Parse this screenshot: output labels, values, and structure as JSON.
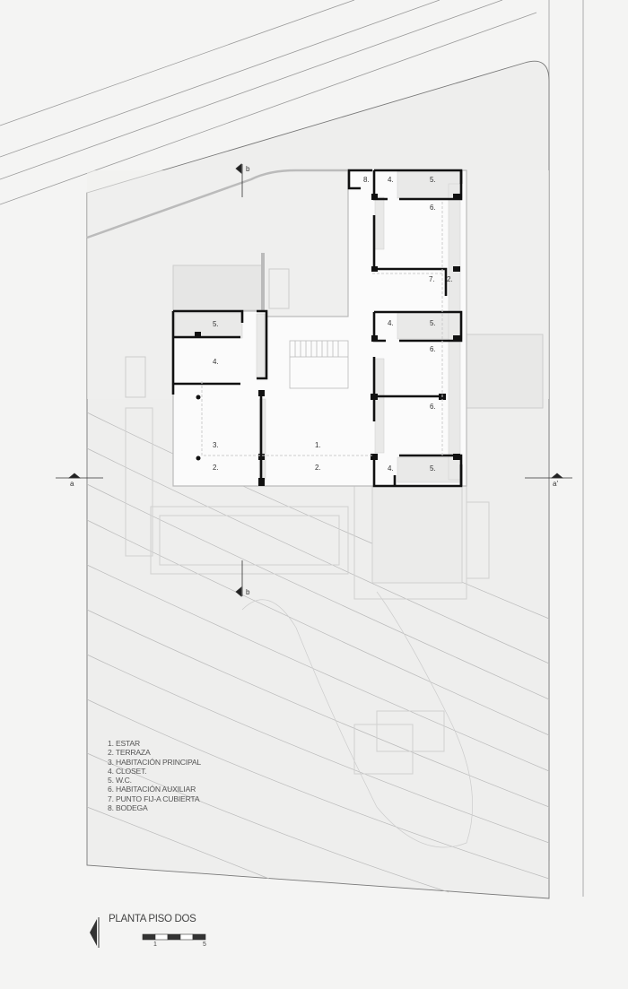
{
  "drawing": {
    "title": "PLANTA PISO DOS",
    "scale_labels": [
      "1",
      "5"
    ],
    "section_markers": [
      "a",
      "a'",
      "b",
      "b"
    ],
    "legend": [
      "1. ESTAR",
      "2. TERRAZA",
      "3. HABITACIÓN PRINCIPAL",
      "4. CLOSET.",
      "5. W.C.",
      "6. HABITACIÓN AUXILIAR",
      "7. PUNTO FIJ-A CUBIERTA",
      "8. BODEGA"
    ],
    "room_tags": [
      "8.",
      "4.",
      "5.",
      "6.",
      "7.",
      "2.",
      "4.",
      "5.",
      "6.",
      "6.",
      "4.",
      "5.",
      "5.",
      "4.",
      "3.",
      "2.",
      "1.",
      "2."
    ]
  },
  "colors": {
    "wall": "#111111",
    "line": "#bdbdbd",
    "paper": "#f4f4f3",
    "fill": "#e2e2e1"
  }
}
